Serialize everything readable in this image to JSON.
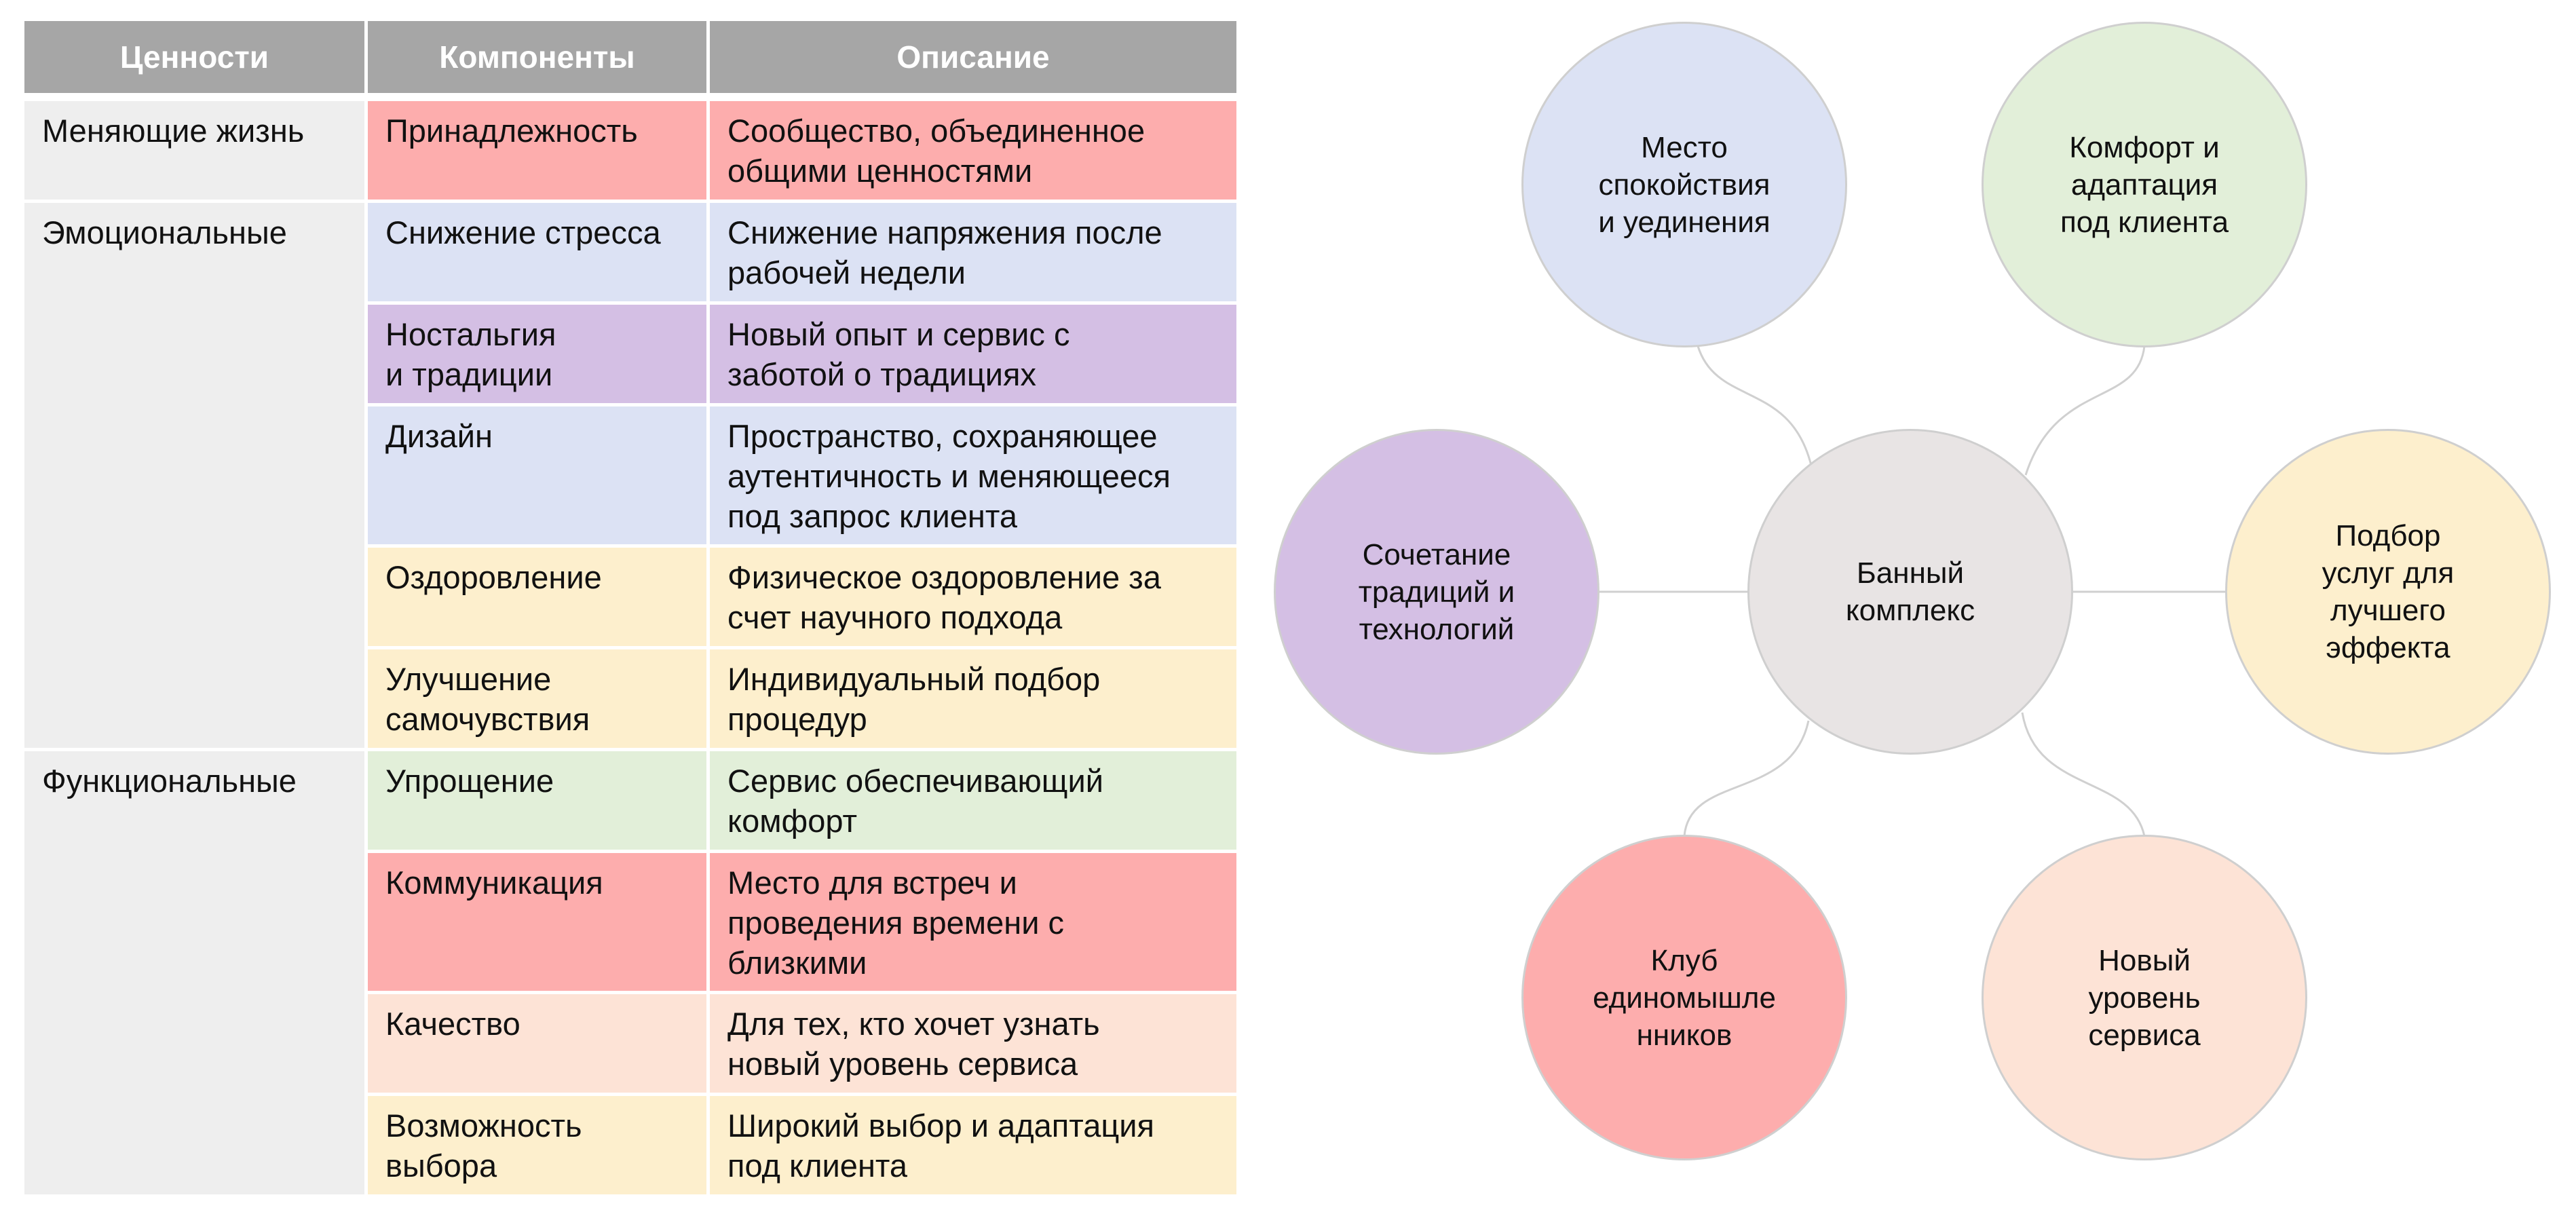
{
  "table": {
    "headers": [
      "Ценности",
      "Компоненты",
      "Описание"
    ],
    "header_color": "#a6a6a6",
    "groups": [
      {
        "category": "Меняющие жизнь",
        "rows": [
          {
            "component": "Принадлежность",
            "description": "Сообщество, объединенное\nобщими ценностями",
            "color": "#fdadad"
          }
        ]
      },
      {
        "category": "Эмоциональные",
        "rows": [
          {
            "component": "Снижение стресса",
            "description": "Снижение напряжения после\nрабочей недели",
            "color": "#dce2f4"
          },
          {
            "component": "Ностальгия\nи традиции",
            "description": "Новый опыт и сервис с\nзаботой о традициях",
            "color": "#d4bfe4"
          },
          {
            "component": "Дизайн",
            "description": "Пространство, сохраняющее\nаутентичность и меняющееся\nпод запрос клиента",
            "color": "#dce2f4"
          },
          {
            "component": "Оздоровление",
            "description": "Физическое оздоровление за\nсчет научного подхода",
            "color": "#fdefcd"
          },
          {
            "component": "Улучшение\nсамочувствия",
            "description": "Индивидуальный подбор\nпроцедур",
            "color": "#fdefcd"
          }
        ]
      },
      {
        "category": "Функциональные",
        "rows": [
          {
            "component": "Упрощение",
            "description": "Сервис обеспечивающий\nкомфорт",
            "color": "#e2efd9"
          },
          {
            "component": "Коммуникация",
            "description": "Место для встреч и\nпроведения времени с\nблизкими",
            "color": "#fdadad"
          },
          {
            "component": "Качество",
            "description": "Для тех, кто хочет узнать\nновый уровень сервиса",
            "color": "#fde3d6"
          },
          {
            "component": "Возможность\nвыбора",
            "description": "Широкий выбор и адаптация\nпод клиента",
            "color": "#fdefcd"
          }
        ]
      }
    ]
  },
  "mindmap": {
    "center": {
      "label": "Банный\nкомплекс",
      "color": "#e8e4e4"
    },
    "nodes": [
      {
        "label": "Место\nспокойствия\nи уединения",
        "color": "#dce2f4"
      },
      {
        "label": "Комфорт и\nадаптация\nпод клиента",
        "color": "#e2efd9"
      },
      {
        "label": "Сочетание\nтрадиций и\nтехнологий",
        "color": "#d4bfe4"
      },
      {
        "label": "Подбор\nуслуг для\nлучшего\nэффекта",
        "color": "#fdefcd"
      },
      {
        "label": "Клуб\nединомышле\nнников",
        "color": "#fdadad"
      },
      {
        "label": "Новый\nуровень\nсервиса",
        "color": "#fde3d6"
      }
    ]
  }
}
